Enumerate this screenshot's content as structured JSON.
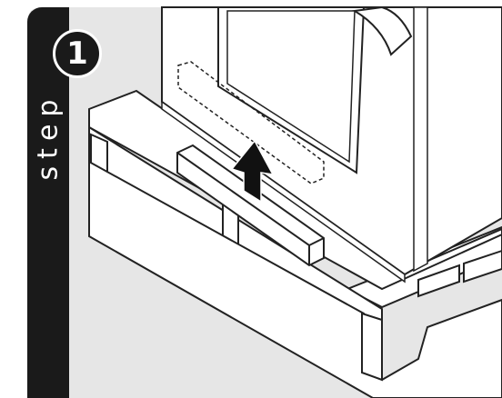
{
  "step": {
    "number": "1",
    "word": "step"
  },
  "colors": {
    "background": "#e6e6e6",
    "bar": "#1a1a1a",
    "arrow": "#111111",
    "line": "#222222",
    "fill": "#ffffff"
  },
  "icons": [
    "step-number-badge",
    "up-arrow-icon"
  ]
}
